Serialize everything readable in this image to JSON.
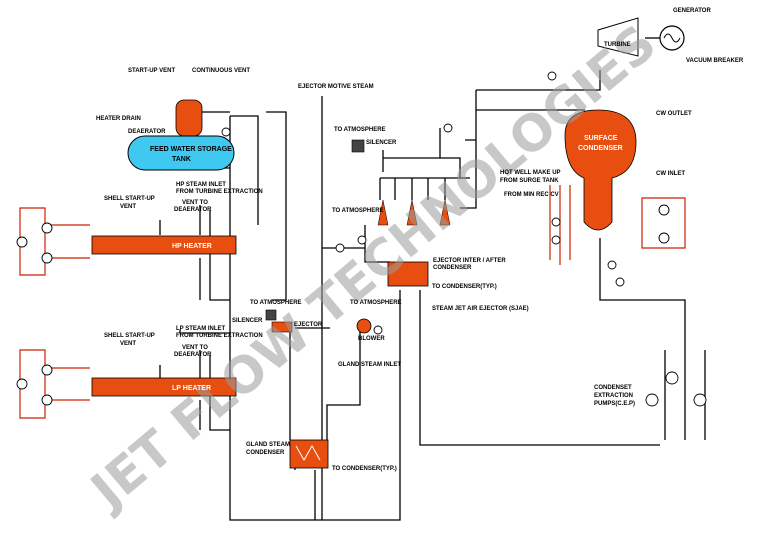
{
  "colors": {
    "equipment": "#e84e0f",
    "tank": "#3fc8f0",
    "pipe": "#000000",
    "instrument": "#cc2200",
    "watermark": "#9a9a9a"
  },
  "labels": {
    "generator": "GENERATOR",
    "turbine": "TURBINE",
    "vacuum_breaker": "VACUUM BREAKER",
    "startup_vent_top": "START-UP VENT",
    "continuous_vent": "CONTINUOUS  VENT",
    "ejector_motive_steam": "EJECTOR MOTIVE STEAM",
    "heater_drain": "HEATER DRAIN",
    "deaerator": "DEAERATOR",
    "fwst_line1": "FEED WATER STORAGE",
    "fwst_line2": "TANK",
    "to_atmosphere_1": "TO ATMOSPHERE",
    "silencer_1": "SILENCER",
    "cw_outlet": "CW OUTLET",
    "surface_condenser_line1": "SURFACE",
    "surface_condenser_line2": "CONDENSER",
    "cw_inlet": "CW INLET",
    "hotwell_line1": "HOT WELL MAKE UP",
    "hotwell_line2": "FROM SURGE TANK",
    "from_min_rec_cv": "FROM MIN REC CV",
    "hp_steam_inlet_line1": "HP STEAM INLET",
    "hp_steam_inlet_line2": "FROM TURBINE EXTRACTION",
    "shell_startup_vent_1_line1": "SHELL START-UP",
    "shell_startup_vent_1_line2": "VENT",
    "vent_to_deaerator_1_line1": "VENT TO",
    "vent_to_deaerator_1_line2": "DEAERATOR",
    "to_atmosphere_2": "TO  ATMOSPHERE",
    "hp_heater": "HP HEATER",
    "ejector_inter_after_line1": "EJECTOR INTER / AFTER",
    "ejector_inter_after_line2": "CONDENSER",
    "to_condenser_typ_1": "TO CONDENSER(TYP.)",
    "to_atmosphere_3": "TO ATMOSPHERE",
    "silencer_2": "SILENCER",
    "ejector": "EJECTOR",
    "to_atmosphere_4": "TO ATMOSPHERE",
    "sjae": "STEAM JET  AIR EJECTOR (SJAE)",
    "blower": "BLOWER",
    "lp_steam_inlet_line1": "LP STEAM INLET",
    "lp_steam_inlet_line2": "FROM TURBINE EXTRACTION",
    "shell_startup_vent_2_line1": "SHELL START-UP",
    "shell_startup_vent_2_line2": "VENT",
    "vent_to_deaerator_2_line1": "VENT TO",
    "vent_to_deaerator_2_line2": "DEAERATOR",
    "gland_steam_inlet": "GLAND STEAM INLET",
    "lp_heater": "LP HEATER",
    "condenset_line1": "CONDENSET",
    "condenset_line2": "EXTRACTION",
    "condenset_line3": "PUMPS(C.E.P)",
    "gland_steam_condenser_line1": "GLAND STEAM",
    "gland_steam_condenser_line2": "CONDENSER",
    "to_condenser_typ_2": "TO CONDENSER(TYP.)"
  },
  "watermark": {
    "line1": "JET FLOW TECHNOLOGIES"
  }
}
